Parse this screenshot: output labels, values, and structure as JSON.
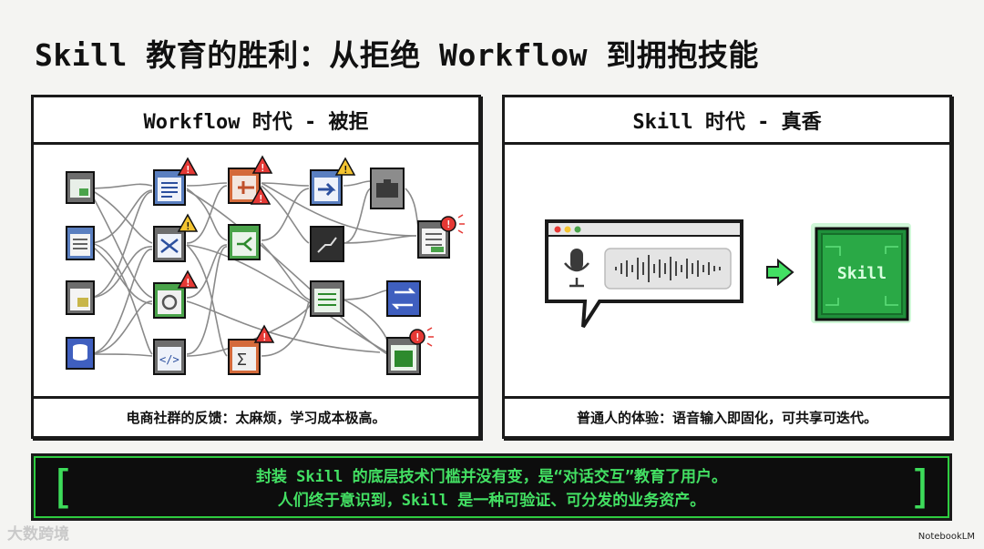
{
  "title": "Skill 教育的胜利：从拒绝 Workflow 到拥抱技能",
  "left_panel": {
    "header": "Workflow 时代 - 被拒",
    "caption": "电商社群的反馈：太麻烦，学习成本极高。"
  },
  "right_panel": {
    "header": "Skill 时代 - 真香",
    "caption": "普通人的体验：语音输入即固化，可共享可迭代。",
    "chip_label": "Skill"
  },
  "banner": {
    "line1": "封装 Skill 的底层技术门槛并没有变，是“对话交互”教育了用户。",
    "line2": "人们终于意识到，Skill 是一种可验证、可分发的业务资产。"
  },
  "watermark_left": "大数跨境",
  "watermark_right": "NotebookLM",
  "colors": {
    "green": "#3ddc5a",
    "warning_red": "#e53935",
    "warning_yellow": "#f4c430",
    "dark": "#1a1a1a"
  }
}
